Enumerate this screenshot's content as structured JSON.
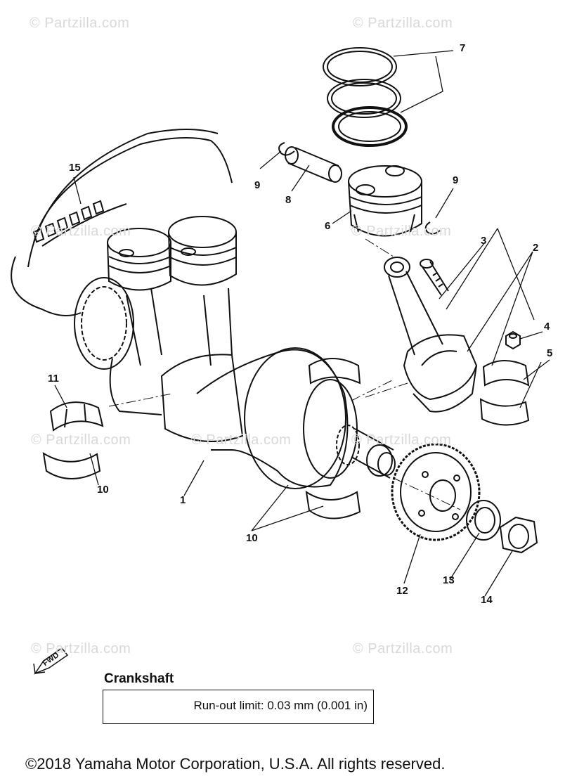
{
  "watermarks": [
    "© Partzilla.com",
    "© Partzilla.com",
    "© Partzilla.com",
    "© Partzilla.com",
    "© Partzilla.com",
    "© Partzilla.com",
    "© Partzilla.com",
    "© Partzilla.com",
    "© Partzilla.com"
  ],
  "callouts": [
    "15",
    "9",
    "8",
    "7",
    "9",
    "6",
    "3",
    "2",
    "4",
    "5",
    "11",
    "10",
    "1",
    "10",
    "12",
    "13",
    "14"
  ],
  "fwd_label": "FWD",
  "section_title": "Crankshaft",
  "spec_text": "Run-out limit:  0.03 mm (0.001 in)",
  "copyright": "©2018  Yamaha Motor Corporation, U.S.A. All rights reserved.",
  "colors": {
    "line": "#111111",
    "watermark": "#d9d9d9",
    "background": "#ffffff"
  }
}
